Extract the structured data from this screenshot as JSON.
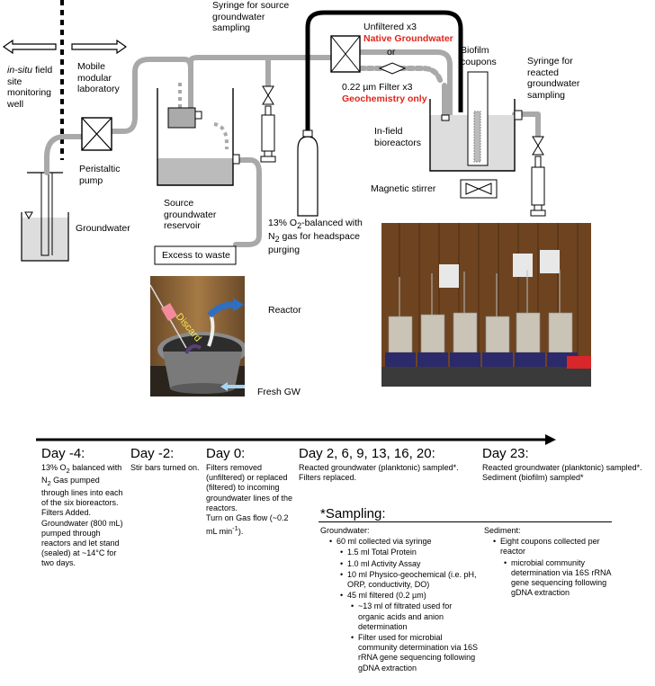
{
  "labels": {
    "insitu": "in-situ",
    "insitu_rest": "field site monitoring well",
    "mobile_lab": "Mobile modular laboratory",
    "peristaltic": "Peristaltic pump",
    "groundwater": "Groundwater",
    "source_res": "Source groundwater reservoir",
    "excess": "Excess to waste",
    "syringe_source": "Syringe for source groundwater sampling",
    "unfiltered": "Unfiltered x3",
    "native_gw": "Native Groundwater",
    "or": "or",
    "filter": "0.22 µm Filter x3",
    "geochem_only": "Geochemistry only",
    "biofilm": "Biofilm coupons",
    "syringe_reacted": "Syringe for reacted groundwater sampling",
    "infield": "In-field bioreactors",
    "stirrer": "Magnetic stirrer",
    "gas_pre": "13% O",
    "gas_sub1": "2",
    "gas_mid": "-balanced with N",
    "gas_sub2": "2",
    "gas_post": " gas for headspace purging",
    "reactor": "Reactor",
    "discard": "Discard",
    "fresh_gw": "Fresh GW"
  },
  "timeline": [
    {
      "day": "Day -4:",
      "text_html": "13% O<sub>2</sub> balanced with N<sub>2</sub> Gas pumped through lines into each of the six bioreactors. Filters Added. Groundwater (800 mL) pumped through reactors and let stand (sealed) at ~14°C for two days."
    },
    {
      "day": "Day -2:",
      "text_html": "Stir bars turned on."
    },
    {
      "day": "Day 0:",
      "text_html": "Filters removed (unfiltered) or replaced (filtered) to incoming groundwater lines of the reactors.<br>Turn on Gas flow (~0.2 mL min<sup>-1</sup>)."
    },
    {
      "day": "Day 2, 6, 9, 13, 16, 20:",
      "text_html": "Reacted groundwater (planktonic) sampled*.<br>Filters replaced."
    },
    {
      "day": "Day 23:",
      "text_html": "Reacted groundwater (planktonic) sampled*.<br>Sediment (biofilm) sampled*"
    }
  ],
  "sampling": {
    "title": "*Sampling:",
    "gw_head": "Groundwater:",
    "gw_items": [
      {
        "lvl": 1,
        "text": "60 ml collected via syringe"
      },
      {
        "lvl": 2,
        "text": "1.5 ml Total Protein"
      },
      {
        "lvl": 2,
        "text": "1.0 ml Activity Assay"
      },
      {
        "lvl": 2,
        "text": "10 ml Physico-geochemical (i.e. pH, ORP, conductivity, DO)"
      },
      {
        "lvl": 2,
        "text": "45 ml filtered (0.2 µm)"
      },
      {
        "lvl": 3,
        "text": "~13 ml of filtrated used for organic acids and anion determination"
      },
      {
        "lvl": 3,
        "text": "Filter used for microbial community determination via 16S rRNA gene sequencing following gDNA extraction"
      }
    ],
    "sed_head": "Sediment:",
    "sed_items": [
      {
        "lvl": 1,
        "text": "Eight coupons collected per reactor"
      },
      {
        "lvl": 2,
        "text": "microbial community determination via 16S rRNA gene sequencing following gDNA extraction"
      }
    ]
  },
  "colors": {
    "pipe": "#a9a9a9",
    "line": "#000000",
    "red": "#e0251d",
    "arrow_blue": "#2f6fc0"
  }
}
